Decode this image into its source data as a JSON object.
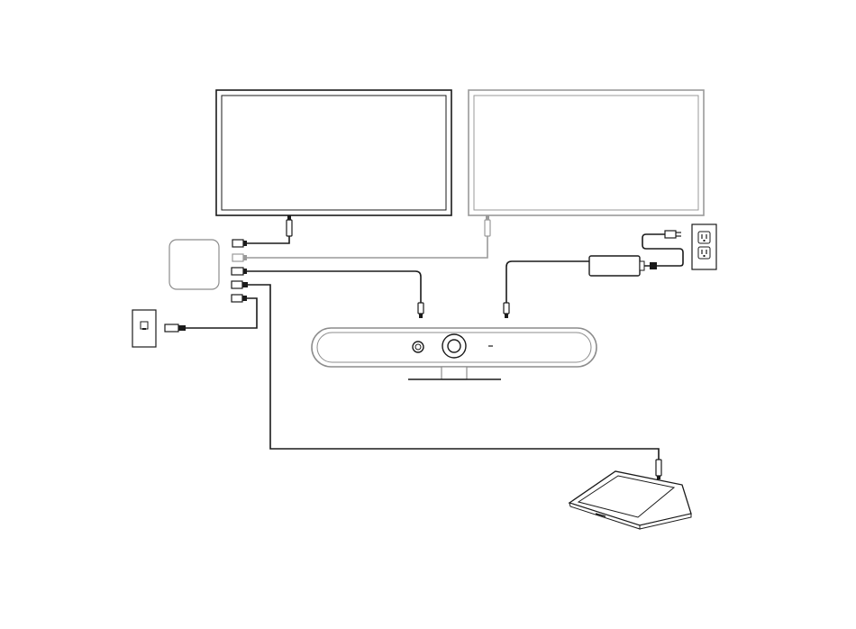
{
  "diagram": {
    "colors": {
      "line": "#1a1a1a",
      "muted": "#9a9a9a",
      "device": "#8c8c8c",
      "background": "#ffffff"
    },
    "nodes": [
      {
        "id": "display-primary",
        "kind": "monitor",
        "state": "active"
      },
      {
        "id": "display-secondary",
        "kind": "monitor",
        "state": "optional"
      },
      {
        "id": "compute-box",
        "kind": "mini-pc"
      },
      {
        "id": "network-jack",
        "kind": "wall-ethernet-jack"
      },
      {
        "id": "video-bar",
        "kind": "video-bar-camera"
      },
      {
        "id": "power-adapter",
        "kind": "ac-power-brick"
      },
      {
        "id": "wall-outlet",
        "kind": "wall-power-outlet"
      },
      {
        "id": "touch-controller",
        "kind": "tabletop-touch-controller"
      }
    ],
    "links": [
      {
        "from": "compute-box",
        "to": "display-primary",
        "cable": "hdmi",
        "style": "solid"
      },
      {
        "from": "compute-box",
        "to": "display-secondary",
        "cable": "hdmi",
        "style": "muted"
      },
      {
        "from": "compute-box",
        "to": "video-bar",
        "cable": "usb",
        "style": "solid"
      },
      {
        "from": "compute-box",
        "to": "touch-controller",
        "cable": "ethernet",
        "style": "solid"
      },
      {
        "from": "network-jack",
        "to": "compute-box",
        "cable": "ethernet",
        "style": "solid"
      },
      {
        "from": "power-adapter",
        "to": "video-bar",
        "cable": "dc-power",
        "style": "solid"
      },
      {
        "from": "wall-outlet",
        "to": "power-adapter",
        "cable": "ac-power",
        "style": "solid"
      }
    ]
  }
}
